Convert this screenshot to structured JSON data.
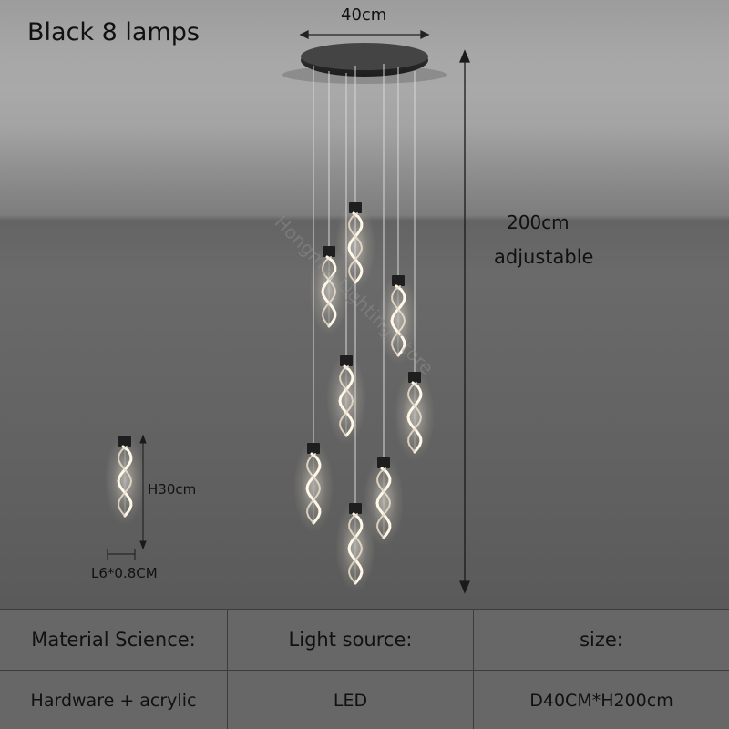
{
  "product": {
    "title": "Black 8 lamps",
    "canopy_width": "40cm",
    "height": "200cm",
    "height_note": "adjustable",
    "pendant_height": "H30cm",
    "pendant_size": "L6*0.8CM",
    "watermark": "Hongmei Lighting Store"
  },
  "specs": {
    "headers": [
      "Material Science:",
      "Light source:",
      "size:"
    ],
    "values": [
      "Hardware + acrylic",
      "LED",
      "D40CM*H200cm"
    ]
  },
  "colors": {
    "wall": "#656565",
    "ceiling": "#a7a7a7",
    "canopy": "#2a2a2a",
    "glow": "#fff3dc",
    "text": "#111111"
  }
}
